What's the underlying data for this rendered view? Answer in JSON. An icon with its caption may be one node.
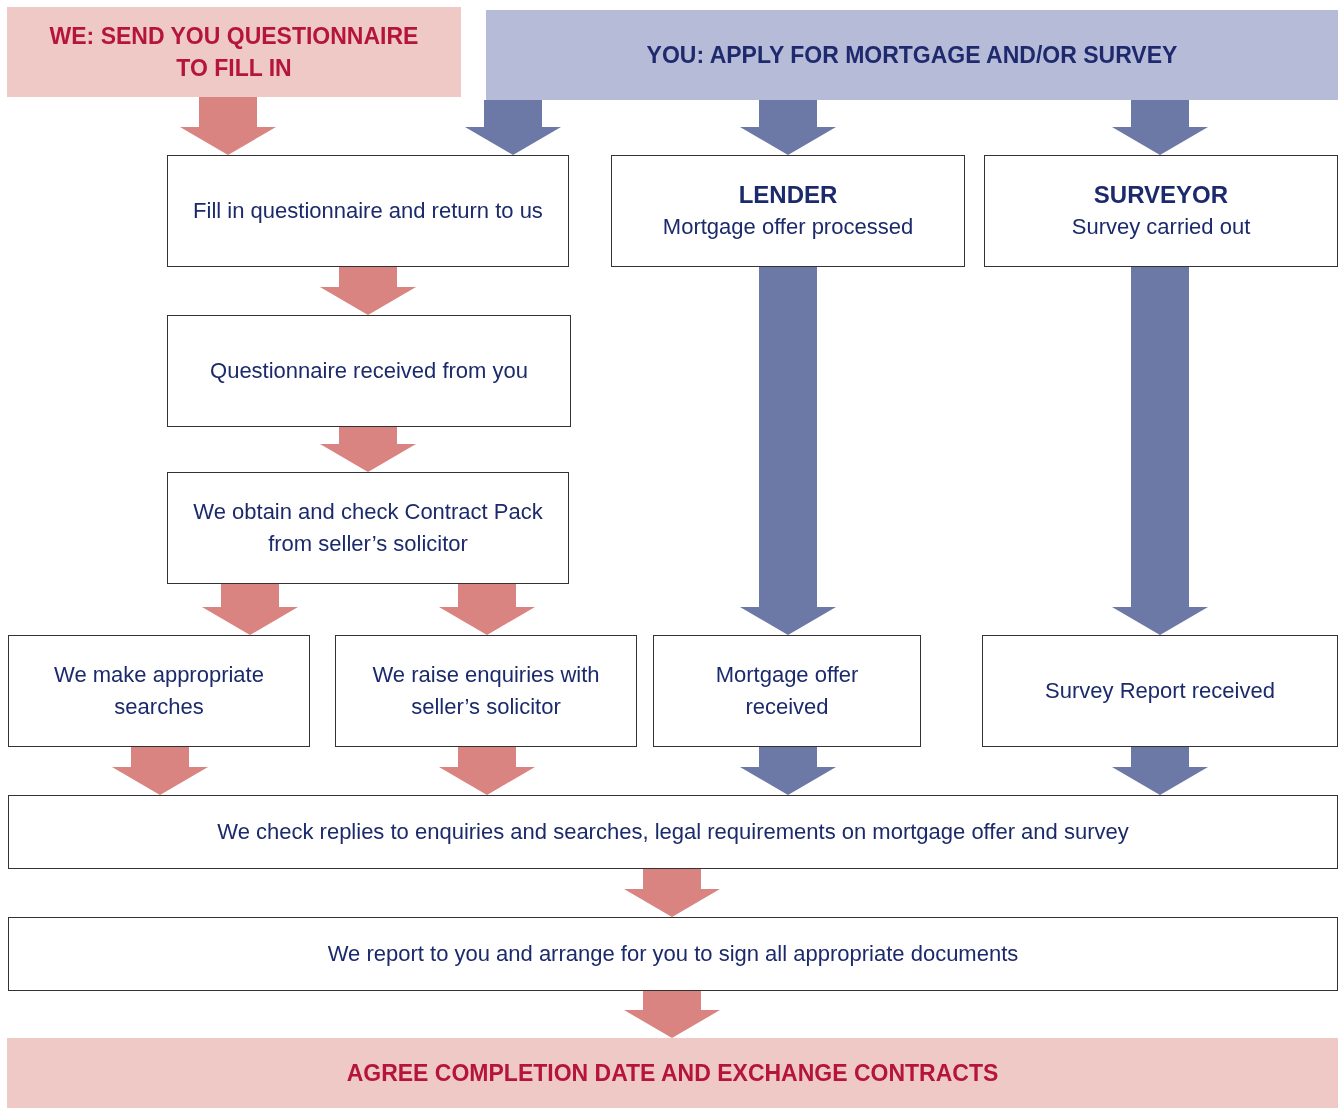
{
  "diagram": {
    "nodes": [
      {
        "text": [
          "WE: SEND YOU QUESTIONNAIRE TO FILL IN"
        ]
      },
      {
        "text": [
          "YOU: APPLY FOR MORTGAGE AND/OR SURVEY"
        ]
      },
      {
        "text": [
          "Fill in questionnaire and return to us"
        ]
      },
      {
        "text": [
          "LENDER",
          "Mortgage offer processed"
        ]
      },
      {
        "text": [
          "SURVEYOR",
          "Survey carried out"
        ]
      },
      {
        "text": [
          "Questionnaire received from you"
        ]
      },
      {
        "text": [
          "We obtain and check Contract Pack from seller’s solicitor"
        ]
      },
      {
        "text": [
          "We make appropriate searches"
        ]
      },
      {
        "text": [
          "We raise enquiries with seller’s solicitor"
        ]
      },
      {
        "text": [
          "Mortgage offer received"
        ]
      },
      {
        "text": [
          "Survey Report received"
        ]
      },
      {
        "text": [
          "We check replies to enquiries and searches, legal requirements on mortgage offer and survey"
        ]
      },
      {
        "text": [
          "We report to you and arrange for you to sign all appropriate documents"
        ]
      },
      {
        "text": [
          "AGREE COMPLETION DATE AND EXCHANGE CONTRACTS"
        ]
      }
    ],
    "edges": [
      {
        "from": 0,
        "to": 2,
        "arrow": "to"
      },
      {
        "from": 1,
        "to": 2,
        "arrow": "to",
        "color": "#6c79a6"
      },
      {
        "from": 1,
        "to": 3,
        "arrow": "to",
        "color": "#6c79a6"
      },
      {
        "from": 1,
        "to": 4,
        "arrow": "to",
        "color": "#6c79a6"
      },
      {
        "from": 2,
        "to": 5,
        "arrow": "to"
      },
      {
        "from": 5,
        "to": 6,
        "arrow": "to"
      },
      {
        "from": 6,
        "to": 7,
        "arrow": "to"
      },
      {
        "from": 6,
        "to": 8,
        "arrow": "to"
      },
      {
        "from": 3,
        "to": 9,
        "arrow": "to",
        "color": "#6c79a6"
      },
      {
        "from": 4,
        "to": 10,
        "arrow": "to",
        "color": "#6c79a6"
      },
      {
        "from": 7,
        "to": 11,
        "arrow": "to"
      },
      {
        "from": 8,
        "to": 11,
        "arrow": "to"
      },
      {
        "from": 9,
        "to": 11,
        "arrow": "to",
        "color": "#6c79a6"
      },
      {
        "from": 10,
        "to": 11,
        "arrow": "to",
        "color": "#6c79a6"
      },
      {
        "from": 11,
        "to": 12,
        "arrow": "to"
      },
      {
        "from": 12,
        "to": 13,
        "arrow": "to"
      }
    ]
  }
}
